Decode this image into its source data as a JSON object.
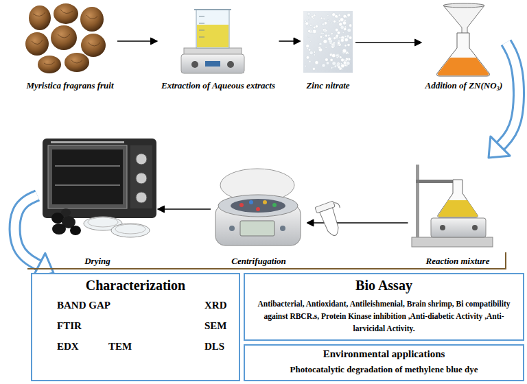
{
  "diagram": {
    "nodes": [
      {
        "text": [
          "Myristica fragrans fruit"
        ]
      },
      {
        "text": [
          "Extraction of Aqueous extracts"
        ]
      },
      {
        "text": [
          "Zinc nitrate"
        ]
      },
      {
        "text": [
          "Addition of ZN(NO₃)"
        ]
      },
      {
        "text": [
          "Drying"
        ]
      },
      {
        "text": [
          "Centrifugation"
        ]
      },
      {
        "text": [
          "Reaction mixture"
        ]
      },
      {
        "text": [
          "Characterization",
          "BAND GAP",
          "XRD",
          "FTIR",
          "SEM",
          "EDX",
          "TEM",
          "DLS"
        ]
      },
      {
        "text": [
          "Bio Assay",
          "Antibacterial, Antioxidant, Antileishmenial, Brain shrimp, Bi compatibility against RBCR.s, Protein Kinase inhibition ,Anti-diabetic Activity ,Anti-larvicidal Activity."
        ]
      },
      {
        "text": [
          "Environmental applications",
          "Photocatalytic degradation of methylene blue dye"
        ]
      }
    ],
    "edges": [
      {
        "from": 0,
        "to": 1,
        "arrow": "to"
      },
      {
        "from": 1,
        "to": 2,
        "arrow": "to"
      },
      {
        "from": 2,
        "to": 3,
        "arrow": "to"
      },
      {
        "from": 3,
        "to": 6,
        "arrow": "to"
      },
      {
        "from": 6,
        "to": 5,
        "arrow": "to"
      },
      {
        "from": 5,
        "to": 4,
        "arrow": "to"
      },
      {
        "from": 4,
        "to": 7,
        "arrow": "to"
      }
    ]
  }
}
